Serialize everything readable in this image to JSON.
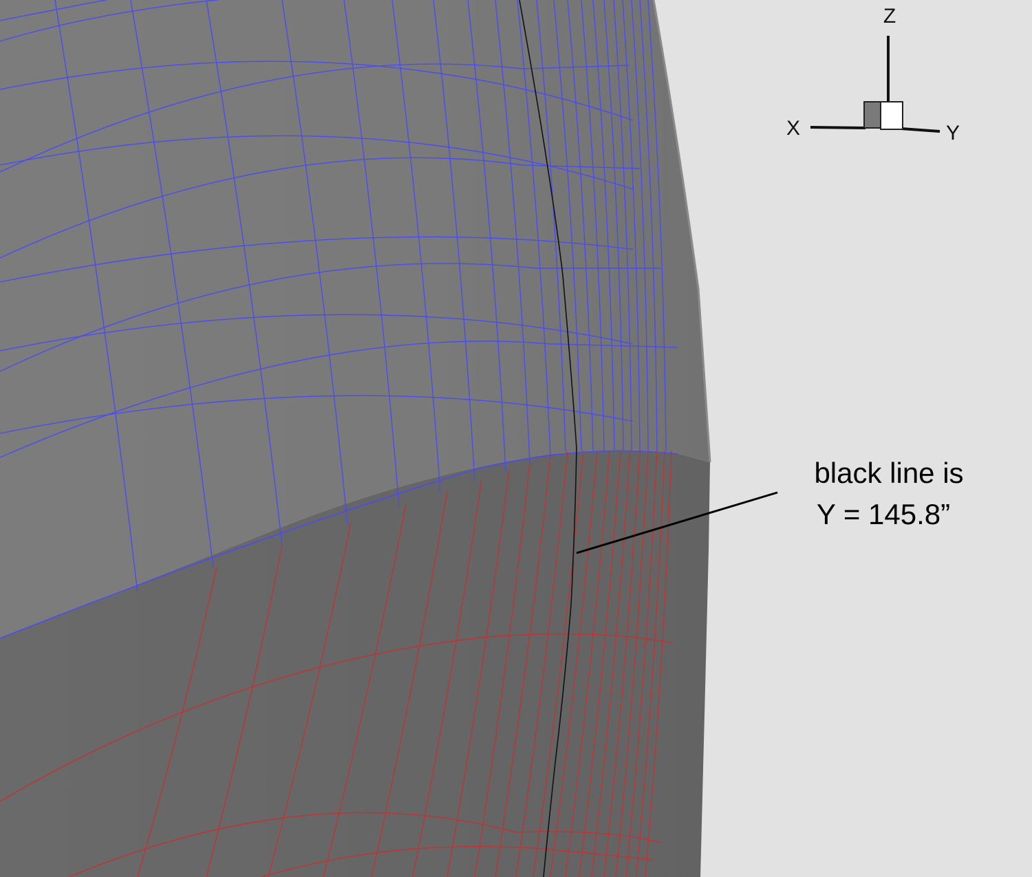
{
  "axes": {
    "z_label": "Z",
    "x_label": "X",
    "y_label": "Y"
  },
  "annotation": {
    "line1": "black line is",
    "line2": "Y = 145.8”"
  },
  "colors": {
    "background": "#e2e2e2",
    "upper_surface": "#7a7a7a",
    "lower_surface": "#676767",
    "upper_grid": "#4a4cf0",
    "lower_grid": "#c23232",
    "reference_line": "#111111"
  }
}
